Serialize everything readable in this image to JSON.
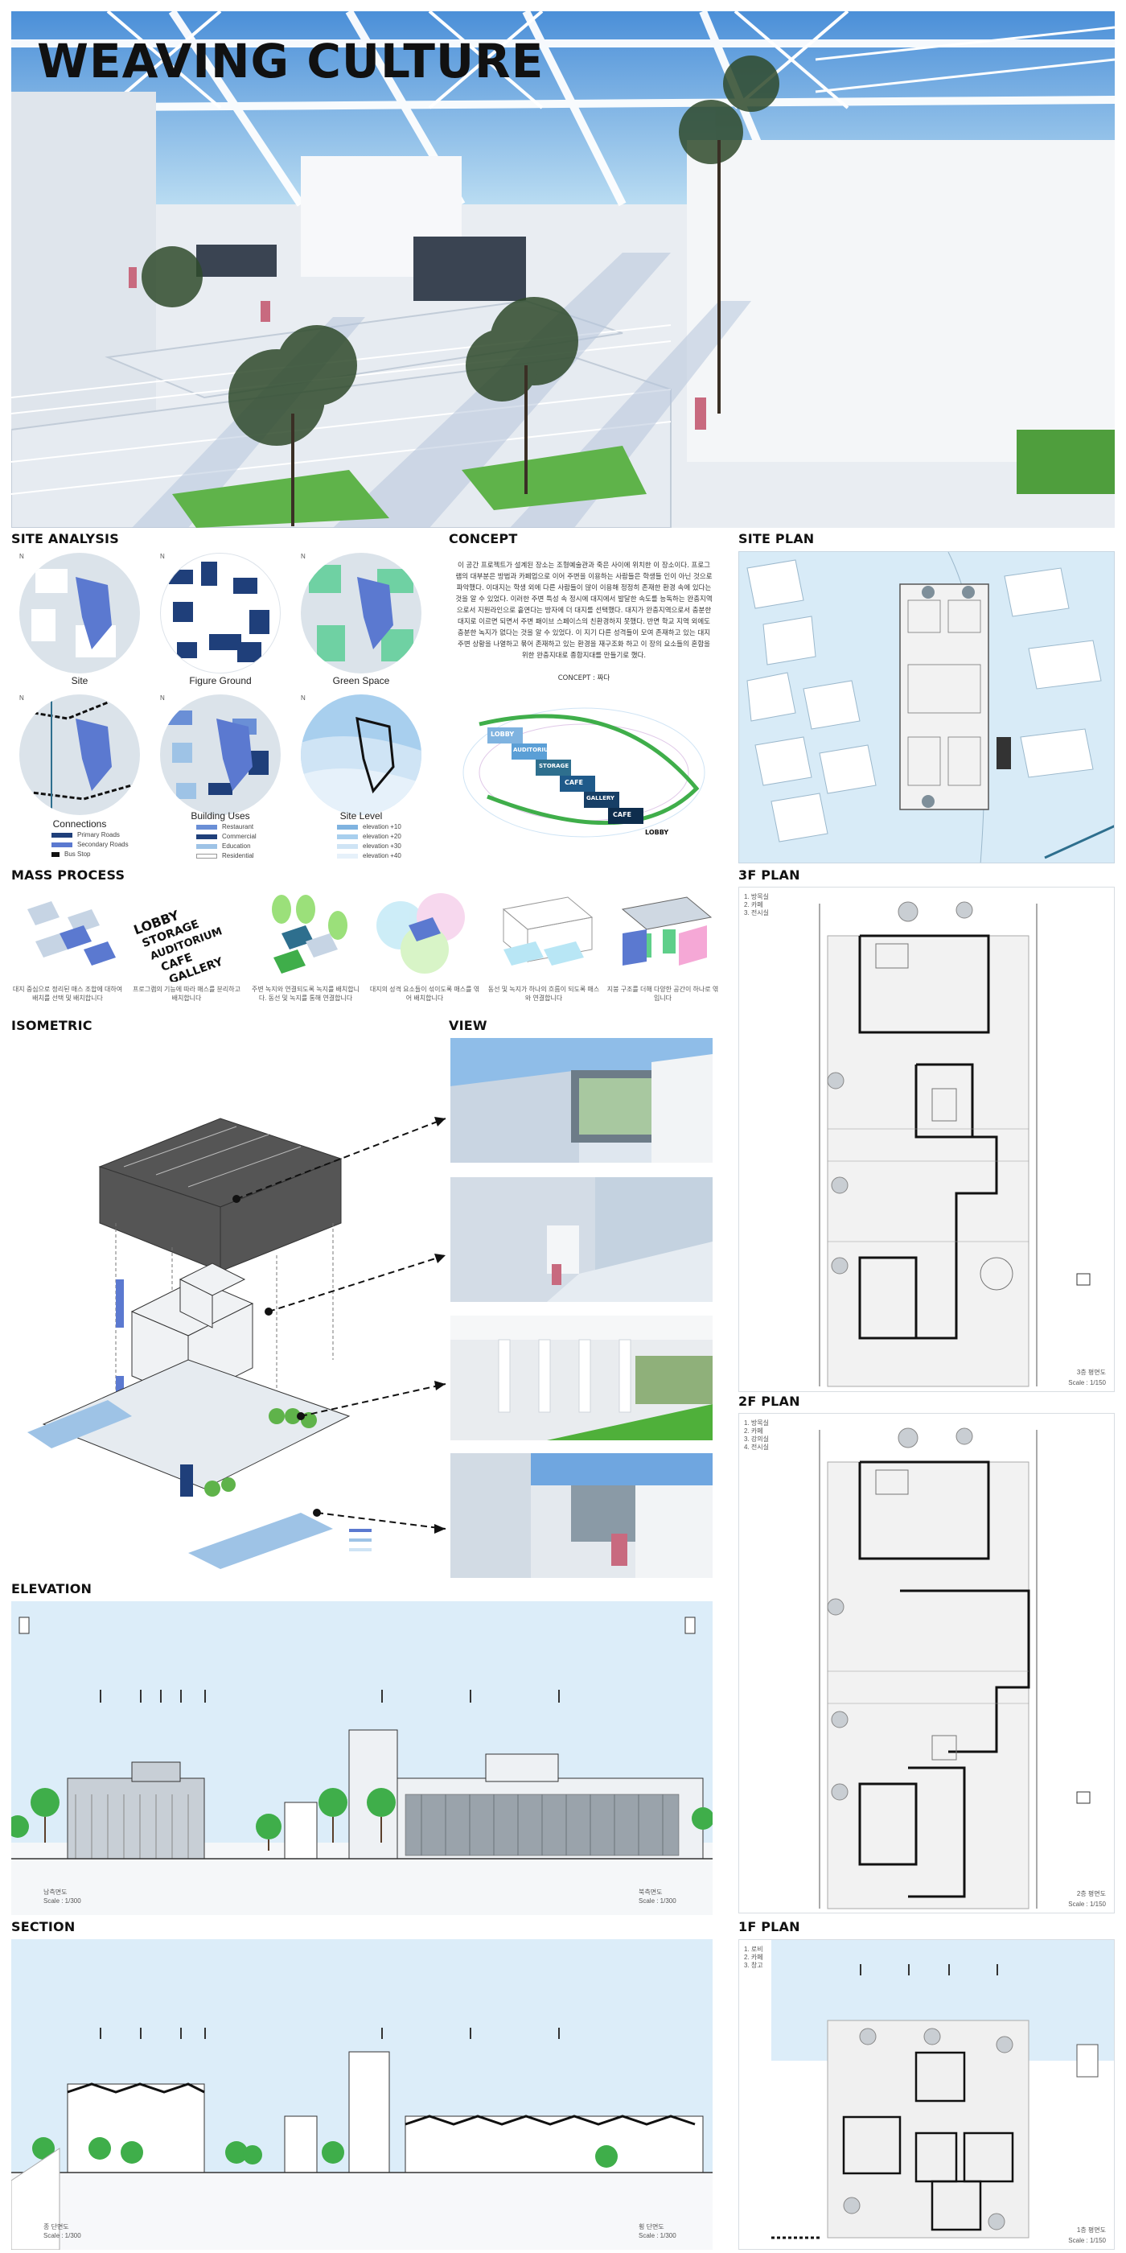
{
  "hero": {
    "title": "WEAVING CULTURE"
  },
  "site_analysis": {
    "title": "SITE ANALYSIS",
    "maps": [
      {
        "label": "Site",
        "north": "N"
      },
      {
        "label": "Figure Ground",
        "north": "N"
      },
      {
        "label": "Green Space",
        "north": "N"
      },
      {
        "label": "Connections",
        "north": "N"
      },
      {
        "label": "Building Uses",
        "north": "N"
      },
      {
        "label": "Site Level",
        "north": "N"
      }
    ],
    "connections_legend": [
      "Primary Roads",
      "Secondary Roads",
      "Bus Stop"
    ],
    "uses_legend": [
      "Restaurant",
      "Commercial",
      "Education",
      "Residential"
    ],
    "level_legend": [
      "elevation +10",
      "elevation +20",
      "elevation +30",
      "elevation +40"
    ]
  },
  "concept": {
    "title": "CONCEPT",
    "paragraph": "이 공간 프로젝트가 설계된 장소는 조형예술관과 죽은 사이에 위치한 이 장소이다. 프로그램의 대부분은 방법과 카페업으로 이어 주변을 이용하는 사람들은 학생들 인이 아닌 것으로 파악했다. 이대지는 학생 외에 다른 사람들이 많이 이용해 정정히 존재한 환경 속에 있다는 것을 알 수 있었다. 이러한 주변 특성 속 정시에 대지에서 발달한 속도를 능독하는 완충지역으로서 지원라인으로 흩연다는 방자에 더 대지를 선택했다. 대지가 완충지역으로서 충분한 대지로 이르면 되면서 주변 패이브 스페이스의 친환경하지 못했다. 반면 학교 지역 외에도 충분한 녹지가 없다는 것을 알 수 있었다. 이 지기 다른 성격들이 모여 존재하고 있는 대지 주변 상황을 나열하고 묶어 존재하고 있는 환경을 재구조화 하고 이 장의 요소들의 혼합을 위한 완충지대로 종합지대를 만들기로 했다.",
    "credit": "CONCEPT : 짜다",
    "blocks": [
      "LOBBY",
      "AUDITORIUM",
      "STORAGE",
      "CAFE",
      "GALLERY",
      "CAFE",
      "LOBBY"
    ]
  },
  "site_plan": {
    "title": "SITE PLAN"
  },
  "mass_process": {
    "title": "MASS PROCESS",
    "words": [
      "LOBBY",
      "STORAGE",
      "AUDITORIUM",
      "CAFE",
      "GALLERY"
    ],
    "steps": [
      "대지 중심으로 정리된 매스 조합에 대하여 배치를 선택 및 배치합니다",
      "프로그램의 기능에 따라 매스를 분리하고 배치합니다",
      "주변 녹지와 연결되도록 녹지를 배치합니다. 동선 및 녹지를 통해 연결합니다",
      "대지의 성격 요소들이 섞이도록 매스를 엮어 배치합니다",
      "동선 및 녹지가 하나의 흐름이 되도록 매스와 연결합니다",
      "지붕 구조를 더해 다양한 공간이 하나로 엮입니다"
    ]
  },
  "isometric": {
    "title": "ISOMETRIC",
    "legend": [
      "",
      "",
      ""
    ]
  },
  "view": {
    "title": "VIEW"
  },
  "elevation": {
    "title": "ELEVATION",
    "left_label": "남측면도",
    "right_label": "북측면도",
    "scale": "Scale : 1/300"
  },
  "section": {
    "title": "SECTION",
    "left_label": "종 단면도",
    "right_label": "횡 단면도",
    "scale": "Scale : 1/300"
  },
  "plan_3f": {
    "title": "3F PLAN",
    "legend": [
      "1. 방목실",
      "2. 카페",
      "3. 전시실"
    ],
    "name": "3층 평면도",
    "scale": "Scale : 1/150"
  },
  "plan_2f": {
    "title": "2F PLAN",
    "legend": [
      "1. 방목실",
      "2. 카페",
      "3. 강의실",
      "4. 전시실"
    ],
    "name": "2층 평면도",
    "scale": "Scale : 1/150"
  },
  "plan_1f": {
    "title": "1F PLAN",
    "legend": [
      "1. 로비",
      "2. 카페",
      "3. 창고"
    ],
    "name": "1층 평면도",
    "scale": "Scale : 1/150"
  },
  "colors": {
    "sky": "#b9dcf2",
    "water": "#6a8fd6",
    "dark_blue": "#1f3f7a",
    "green": "#3fae4a",
    "accent_teal": "#2e6f8e"
  }
}
